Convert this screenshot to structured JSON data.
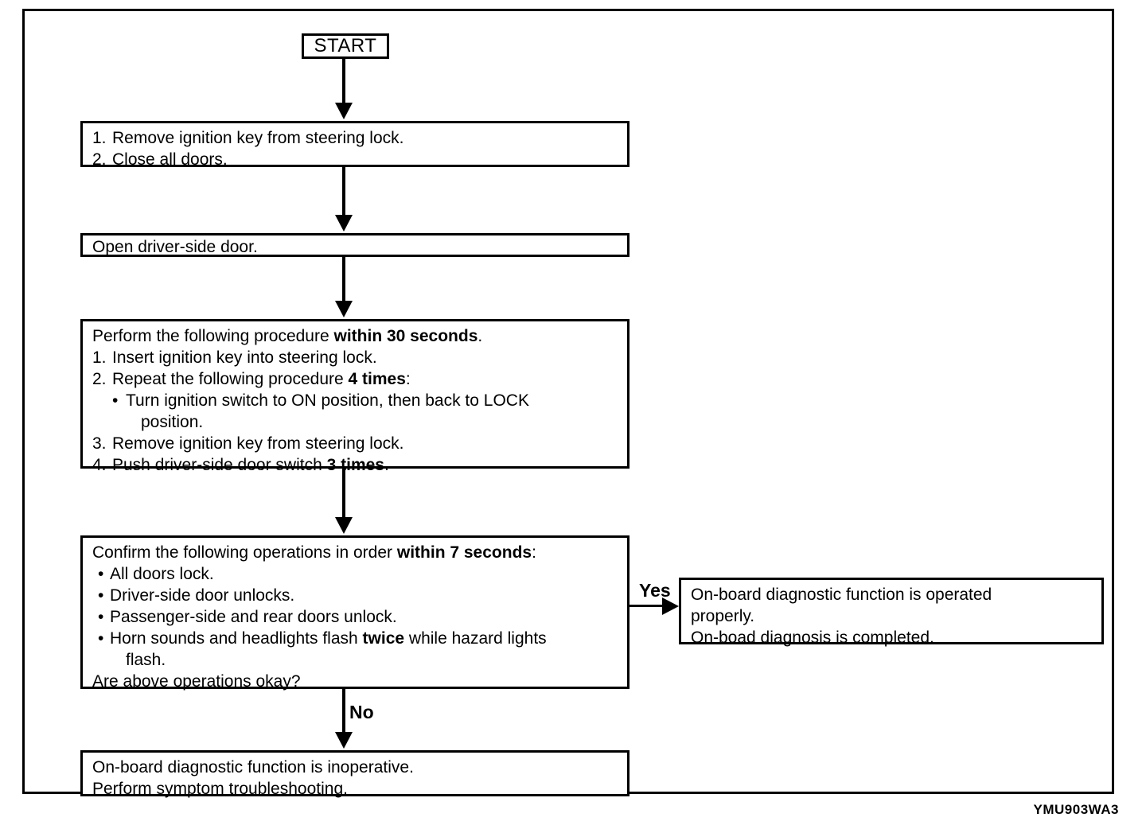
{
  "figure": {
    "code": "YMU903WA3",
    "type": "flowchart",
    "title": "On-board diagnostic function confirmation procedure"
  },
  "nodes": {
    "start": {
      "label": "START"
    },
    "step1": {
      "items": [
        {
          "marker": "1.",
          "text": "Remove ignition key from steering lock."
        },
        {
          "marker": "2.",
          "text": "Close all doors."
        }
      ]
    },
    "step2": {
      "text": "Open driver-side door."
    },
    "step3": {
      "heading_prefix": "Perform the following procedure ",
      "heading_bold": "within 30 seconds",
      "heading_suffix": ".",
      "item1_marker": "1.",
      "item1_text": "Insert ignition key into steering lock.",
      "item2_marker": "2.",
      "item2_prefix": "Repeat the following procedure ",
      "item2_bold": "4 times",
      "item2_suffix": ":",
      "bullet_marker": "•",
      "bullet_line1": "Turn ignition switch to ON position, then back to LOCK",
      "bullet_line2": "position.",
      "item3_marker": "3.",
      "item3_text": "Remove ignition key from steering lock.",
      "item4_marker": "4.",
      "item4_prefix": "Push driver-side door switch ",
      "item4_bold": "3 times",
      "item4_suffix": "."
    },
    "confirm": {
      "heading_prefix": "Confirm the following operations in order ",
      "heading_bold": "within 7 seconds",
      "heading_suffix": ":",
      "bullet_marker": "•",
      "bullet1": "All doors lock.",
      "bullet2": "Driver-side door unlocks.",
      "bullet3": "Passenger-side and rear doors unlock.",
      "bullet4_prefix": "Horn sounds and headlights flash ",
      "bullet4_bold": "twice",
      "bullet4_suffix": " while hazard lights",
      "bullet4_line2": "flash.",
      "question": "Are above operations okay?"
    },
    "result_yes": {
      "line1": "On-board diagnostic function is operated",
      "line2": "properly.",
      "line3": "On-boad diagnosis is completed."
    },
    "result_no": {
      "line1": "On-board diagnostic function is inoperative.",
      "line2": "Perform symptom troubleshooting."
    }
  },
  "branches": {
    "yes_label": "Yes",
    "no_label": "No"
  },
  "colors": {
    "ink": "#000000",
    "paper": "#ffffff"
  }
}
